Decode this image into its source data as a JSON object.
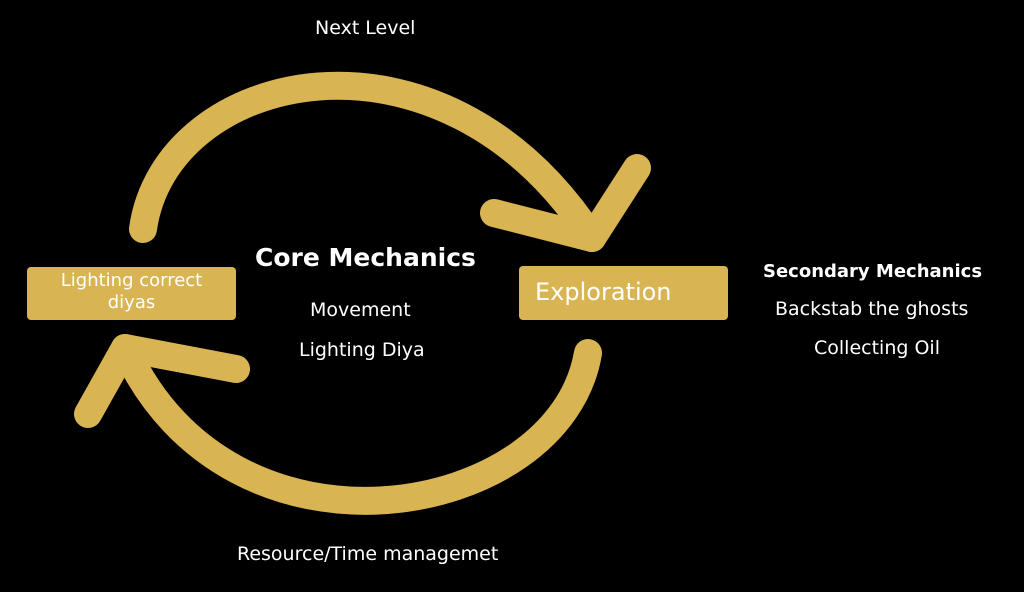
{
  "cycle": {
    "top_label": "Next Level",
    "bottom_label": "Resource/Time managemet",
    "left_box": [
      "Lighting correct",
      "diyas"
    ],
    "right_box": "Exploration"
  },
  "core": {
    "title": "Core Mechanics",
    "items": [
      "Movement",
      "Lighting Diya"
    ]
  },
  "secondary": {
    "title": "Secondary Mechanics",
    "items": [
      "Backstab the ghosts",
      "Collecting Oil"
    ]
  },
  "colors": {
    "background": "#000000",
    "accent": "#d8b452",
    "text": "#ffffff"
  }
}
